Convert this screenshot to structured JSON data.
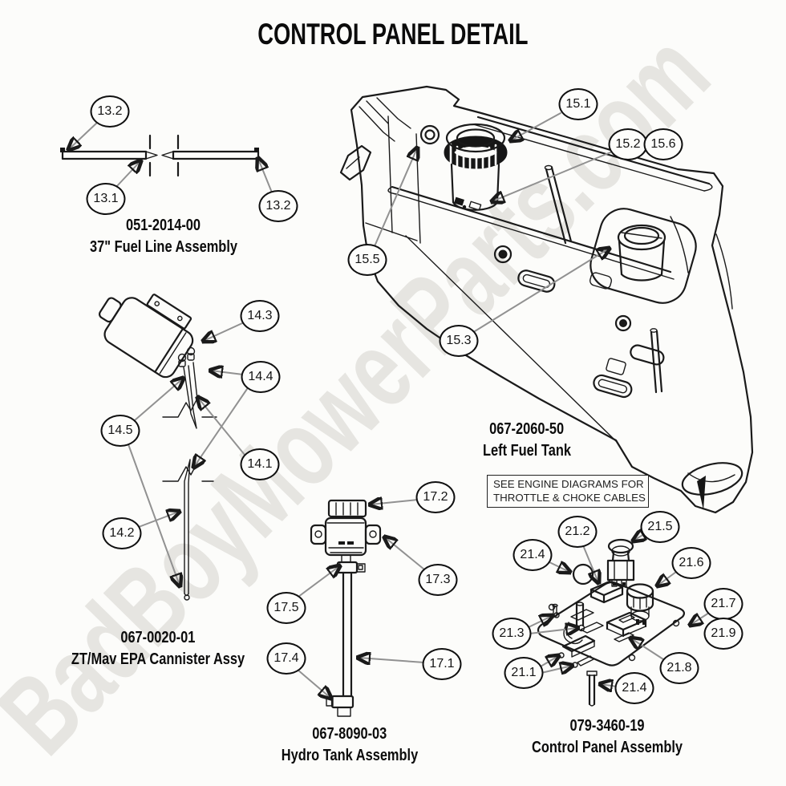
{
  "title": "CONTROL PANEL DETAIL",
  "watermark": "BadBoyMowerParts.com",
  "note_box": {
    "line1": "SEE ENGINE DIAGRAMS FOR",
    "line2": "THROTTLE & CHOKE CABLES"
  },
  "sections": {
    "fuel_line": {
      "part_number": "051-2014-00",
      "part_name": "37\" Fuel Line Assembly",
      "callouts": [
        "13.2",
        "13.1",
        "13.2"
      ]
    },
    "canister": {
      "part_number": "067-0020-01",
      "part_name": "ZT/Mav EPA Cannister Assy",
      "callouts": [
        "14.3",
        "14.4",
        "14.5",
        "14.1",
        "14.2"
      ]
    },
    "fuel_tank": {
      "part_number": "067-2060-50",
      "part_name": "Left Fuel Tank",
      "callouts": [
        "15.1",
        "15.2",
        "15.6",
        "15.5",
        "15.3"
      ]
    },
    "hydro_tank": {
      "part_number": "067-8090-03",
      "part_name": "Hydro Tank Assembly",
      "callouts": [
        "17.2",
        "17.3",
        "17.5",
        "17.4",
        "17.1"
      ]
    },
    "control_panel": {
      "part_number": "079-3460-19",
      "part_name": "Control Panel Assembly",
      "callouts": [
        "21.2",
        "21.5",
        "21.4",
        "21.6",
        "21.7",
        "21.9",
        "21.3",
        "21.1",
        "21.8",
        "21.4"
      ]
    }
  },
  "colors": {
    "background": "#fcfcfa",
    "line": "#1a1a1a",
    "leader": "#919191",
    "watermark": "#e6e5e1"
  }
}
